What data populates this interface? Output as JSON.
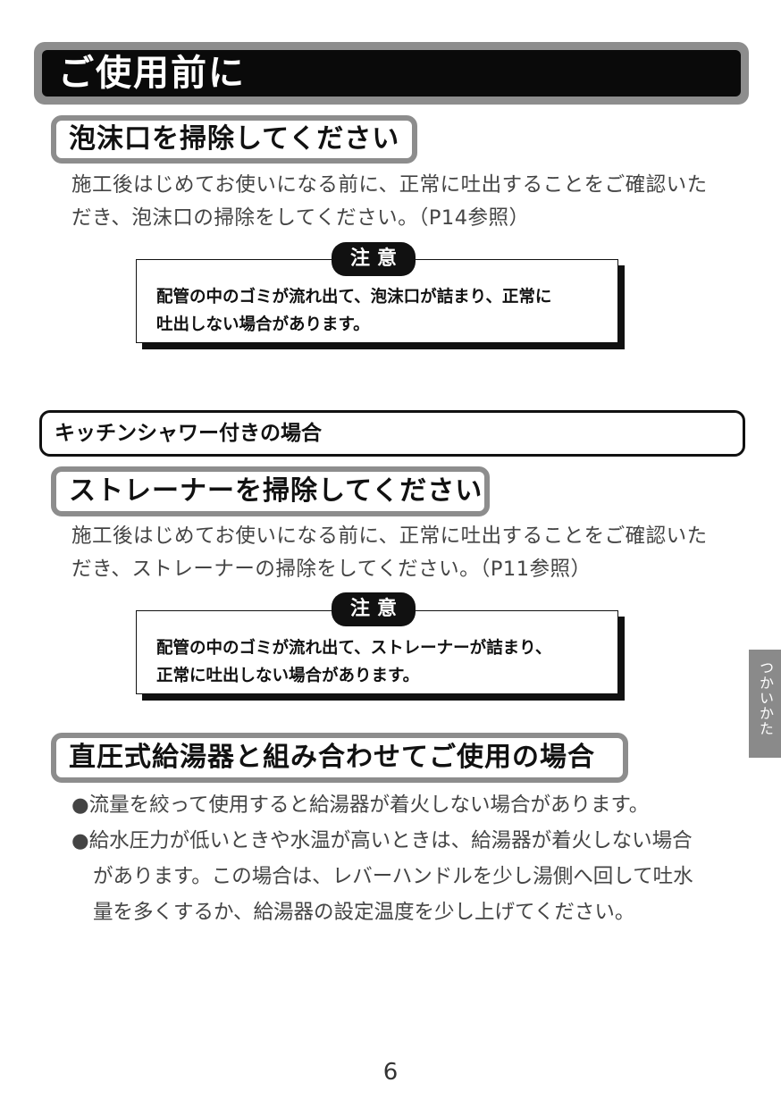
{
  "title": "ご使用前に",
  "section1": {
    "heading": "泡沫口を掃除してください",
    "para_lines": [
      "施工後はじめてお使いになる前に、正常に吐出することをご確認いた",
      "だき、泡沫口の掃除をしてください。（P14参照）"
    ],
    "caution_label": "注意",
    "caution_lines": [
      "配管の中のゴミが流れ出て、泡沫口が詰まり、正常に",
      "吐出しない場合があります。"
    ]
  },
  "subsection": {
    "label": "キッチンシャワー付きの場合"
  },
  "section2": {
    "heading": "ストレーナーを掃除してください",
    "para_lines": [
      "施工後はじめてお使いになる前に、正常に吐出することをご確認いた",
      "だき、ストレーナーの掃除をしてください。（P11参照）"
    ],
    "caution_label": "注意",
    "caution_lines": [
      "配管の中のゴミが流れ出て、ストレーナーが詰まり、",
      "正常に吐出しない場合があります。"
    ]
  },
  "section3": {
    "heading": "直圧式給湯器と組み合わせてご使用の場合",
    "bullets": [
      [
        "●流量を絞って使用すると給湯器が着火しない場合があります。"
      ],
      [
        "●給水圧力が低いときや水温が高いときは、給湯器が着火しない場合",
        "があります。この場合は、レバーハンドルを少し湯側へ回して吐水",
        "量を多くするか、給湯器の設定温度を少し上げてください。"
      ]
    ]
  },
  "side_tab": "つかいかた",
  "page_number": "6"
}
